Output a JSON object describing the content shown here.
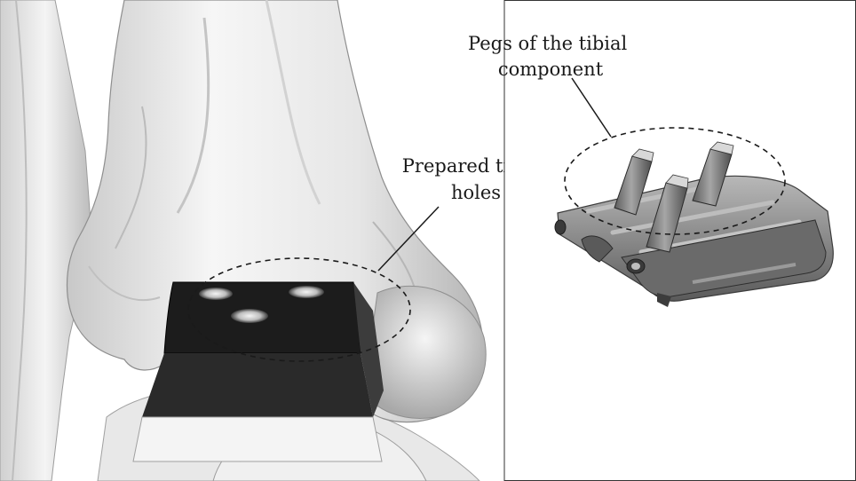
{
  "figure": {
    "panels": [
      {
        "id": "ankle",
        "subject": "distal-tibia-with-resected-joint-surface",
        "labels": [
          {
            "line1": "Prepared tibial",
            "line2": "holes"
          }
        ]
      },
      {
        "id": "implant",
        "subject": "tibial-component",
        "labels": [
          {
            "line1": "Pegs of the tibial",
            "line2": "component"
          }
        ]
      }
    ],
    "colors": {
      "bone_light": "#f2f2f2",
      "bone_shadow": "#9a9a9a",
      "resection_dark": "#1c1c1c",
      "implant_metal": "#8c8c8c",
      "implant_dark": "#4a4a4a",
      "panel_border": "#333333"
    }
  }
}
